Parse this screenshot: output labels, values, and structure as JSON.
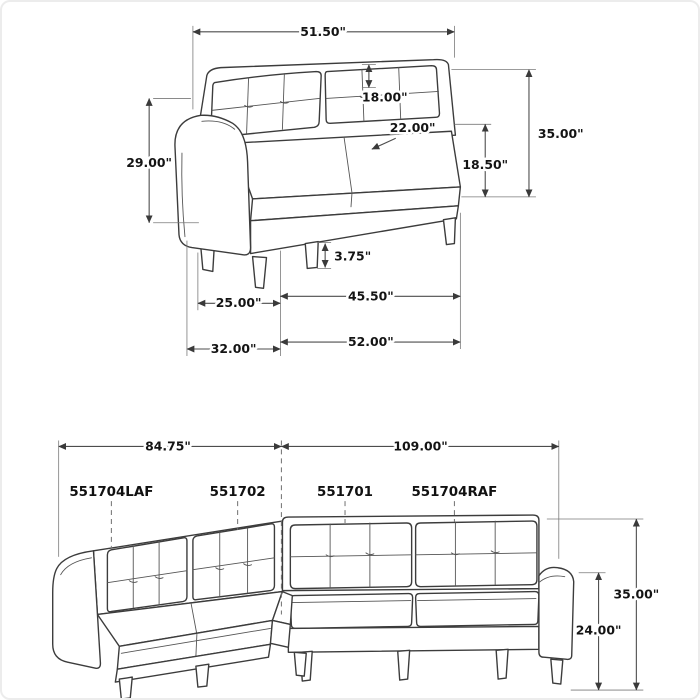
{
  "loveseat": {
    "top_width": "51.50\"",
    "back_cushion_height": "18.00\"",
    "seat_depth": "22.00\"",
    "left_height": "29.00\"",
    "overall_height": "35.00\"",
    "seat_height": "18.50\"",
    "leg_height": "3.75\"",
    "arm_front_width": "25.00\"",
    "seat_width": "45.50\"",
    "depth": "32.00\"",
    "overall_width": "52.00\""
  },
  "sectional": {
    "left_width": "84.75\"",
    "right_width": "109.00\"",
    "overall_height": "35.00\"",
    "arm_height": "24.00\"",
    "part_labels": [
      "551704LAF",
      "551702",
      "551701",
      "551704RAF"
    ]
  }
}
